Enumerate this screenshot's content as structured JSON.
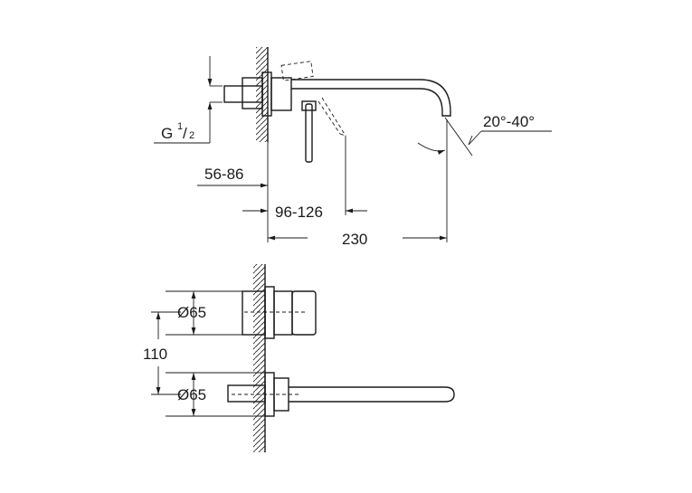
{
  "dimensions": {
    "thread": {
      "base": "G",
      "numerator": "1",
      "denominator": "2"
    },
    "wall_depth": "56-86",
    "handle_reach": "96-126",
    "spout_length": "230",
    "spout_angle": "20°-40°",
    "diameter_top": "Ø65",
    "diameter_bottom": "Ø65",
    "vertical_spacing": "110"
  },
  "colors": {
    "line": "#1a1a1a",
    "background": "#ffffff"
  }
}
